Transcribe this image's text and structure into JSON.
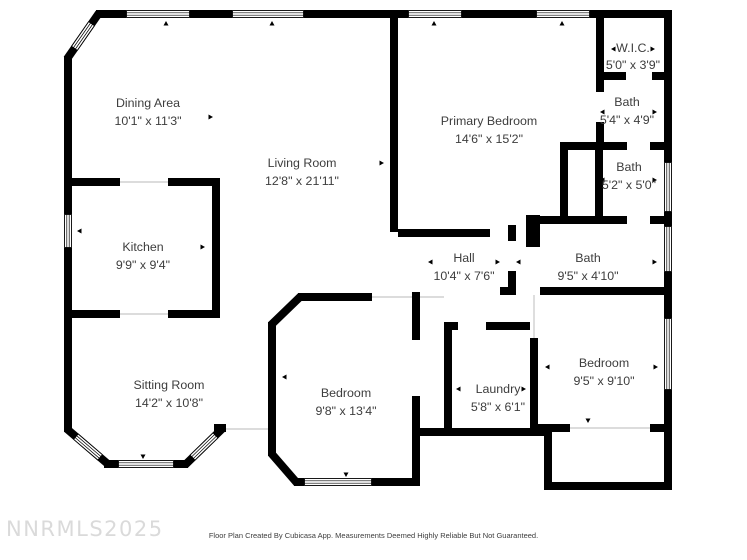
{
  "watermark": "NNRMLS2025",
  "footer": {
    "disclaimer": "Floor Plan Created By Cubicasa App. Measurements Deemed Highly Reliable But Not Guaranteed."
  },
  "colors": {
    "wall": "#000000",
    "label": "#3d3d3d",
    "watermark": "#dadada",
    "background": "#ffffff"
  },
  "rooms": [
    {
      "id": "dining-area",
      "label": "Dining Area",
      "dims": "10'1\" x 11'3\""
    },
    {
      "id": "living-room",
      "label": "Living Room",
      "dims": "12'8\" x 21'11\""
    },
    {
      "id": "kitchen",
      "label": "Kitchen",
      "dims": "9'9\" x 9'4\""
    },
    {
      "id": "sitting-room",
      "label": "Sitting Room",
      "dims": "14'2\" x 10'8\""
    },
    {
      "id": "primary-bedroom",
      "label": "Primary Bedroom",
      "dims": "14'6\" x 15'2\""
    },
    {
      "id": "wic",
      "label": "W.I.C.",
      "dims": "5'0\" x 3'9\""
    },
    {
      "id": "bath-upper",
      "label": "Bath",
      "dims": "5'4\" x 4'9\""
    },
    {
      "id": "bath-middle",
      "label": "Bath",
      "dims": "5'2\" x 5'0\""
    },
    {
      "id": "hall",
      "label": "Hall",
      "dims": "10'4\" x 7'6\""
    },
    {
      "id": "bath-hall",
      "label": "Bath",
      "dims": "9'5\" x 4'10\""
    },
    {
      "id": "bedroom-bottom",
      "label": "Bedroom",
      "dims": "9'8\" x 13'4\""
    },
    {
      "id": "laundry",
      "label": "Laundry",
      "dims": "5'8\" x 6'1\""
    },
    {
      "id": "bedroom-right",
      "label": "Bedroom",
      "dims": "9'5\" x 9'10\""
    }
  ]
}
